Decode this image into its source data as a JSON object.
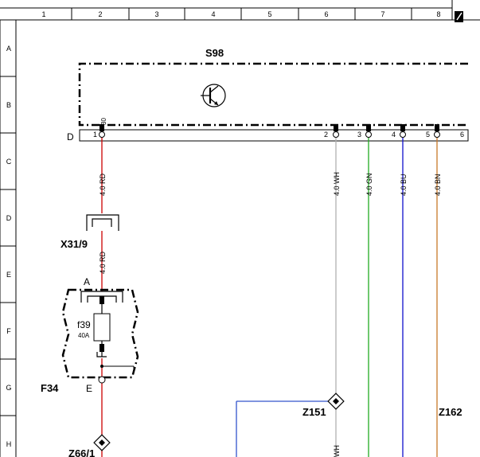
{
  "grid": {
    "columns": [
      "1",
      "2",
      "3",
      "4",
      "5",
      "6",
      "7",
      "8"
    ],
    "rows": [
      "A",
      "B",
      "C",
      "D",
      "E",
      "F",
      "G",
      "H"
    ]
  },
  "components": {
    "s98": {
      "name": "S98",
      "port_row_label": "D",
      "pin_top_label": "30",
      "pins": [
        {
          "num": "1",
          "color": "#cc0000"
        },
        {
          "num": "2",
          "color": "#b0b0b0"
        },
        {
          "num": "3",
          "color": "#22aa22"
        },
        {
          "num": "4",
          "color": "#1010cc"
        },
        {
          "num": "5",
          "color": "#c87828"
        },
        {
          "num": "6",
          "color": "#000000"
        }
      ]
    },
    "x31_9": {
      "name": "X31/9"
    },
    "f34": {
      "name": "F34",
      "top_label": "A",
      "bottom_label": "E",
      "fuse_name": "f39",
      "fuse_rating": "40A"
    },
    "z151": {
      "name": "Z151"
    },
    "z162": {
      "name": "Z162"
    },
    "z66_1": {
      "name": "Z66/1"
    }
  },
  "wires": [
    {
      "label": "4.0 RD",
      "color": "#cc0000"
    },
    {
      "label": "4.0 RD",
      "color": "#cc0000"
    },
    {
      "label": "4.0 WH",
      "color": "#b0b0b0"
    },
    {
      "label": "4.0 GN",
      "color": "#22aa22"
    },
    {
      "label": "4.0 BU",
      "color": "#1010cc"
    },
    {
      "label": "4.0 BN",
      "color": "#c87828"
    }
  ],
  "wire_bottom_label": "WH",
  "splice_wire_color": "#3355cc"
}
